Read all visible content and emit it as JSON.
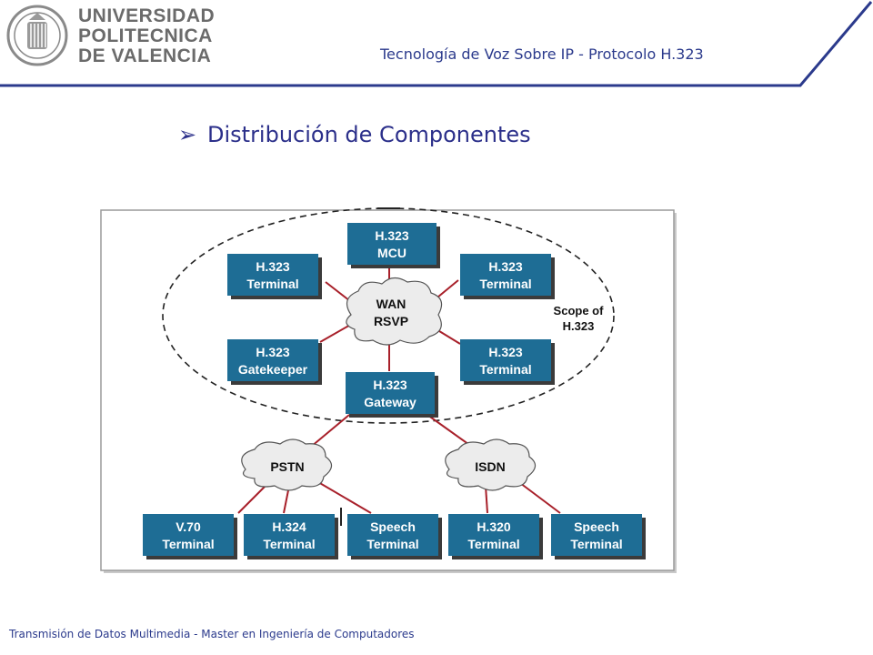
{
  "logo": {
    "lines": [
      "UNIVERSIDAD",
      "POLITECNICA",
      "DE VALENCIA"
    ],
    "seal_name": "upv-seal"
  },
  "header": {
    "title": "Tecnología de Voz Sobre IP - Protocolo H.323",
    "accent_color": "#2b3a8c"
  },
  "section": {
    "bullet": "➢",
    "title": "Distribución de Componentes"
  },
  "diagram": {
    "scope_label": [
      "Scope of",
      "H.323"
    ],
    "boxes": {
      "mcu": [
        "H.323",
        "MCU"
      ],
      "terminal_left": [
        "H.323",
        "Terminal"
      ],
      "terminal_right_top": [
        "H.323",
        "Terminal"
      ],
      "gatekeeper": [
        "H.323",
        "Gatekeeper"
      ],
      "terminal_right_bottom": [
        "H.323",
        "Terminal"
      ],
      "gateway": [
        "H.323",
        "Gateway"
      ],
      "v70": [
        "V.70",
        "Terminal"
      ],
      "h324": [
        "H.324",
        "Terminal"
      ],
      "speech_left": [
        "Speech",
        "Terminal"
      ],
      "h320": [
        "H.320",
        "Terminal"
      ],
      "speech_right": [
        "Speech",
        "Terminal"
      ]
    },
    "clouds": {
      "wan": [
        "WAN",
        "RSVP"
      ],
      "pstn": [
        "PSTN"
      ],
      "isdn": [
        "ISDN"
      ]
    },
    "box_color": "#1e6d95",
    "link_color": "#a8202a"
  },
  "footer": {
    "text": "Transmisión de Datos Multimedia - Master en Ingeniería de Computadores"
  }
}
